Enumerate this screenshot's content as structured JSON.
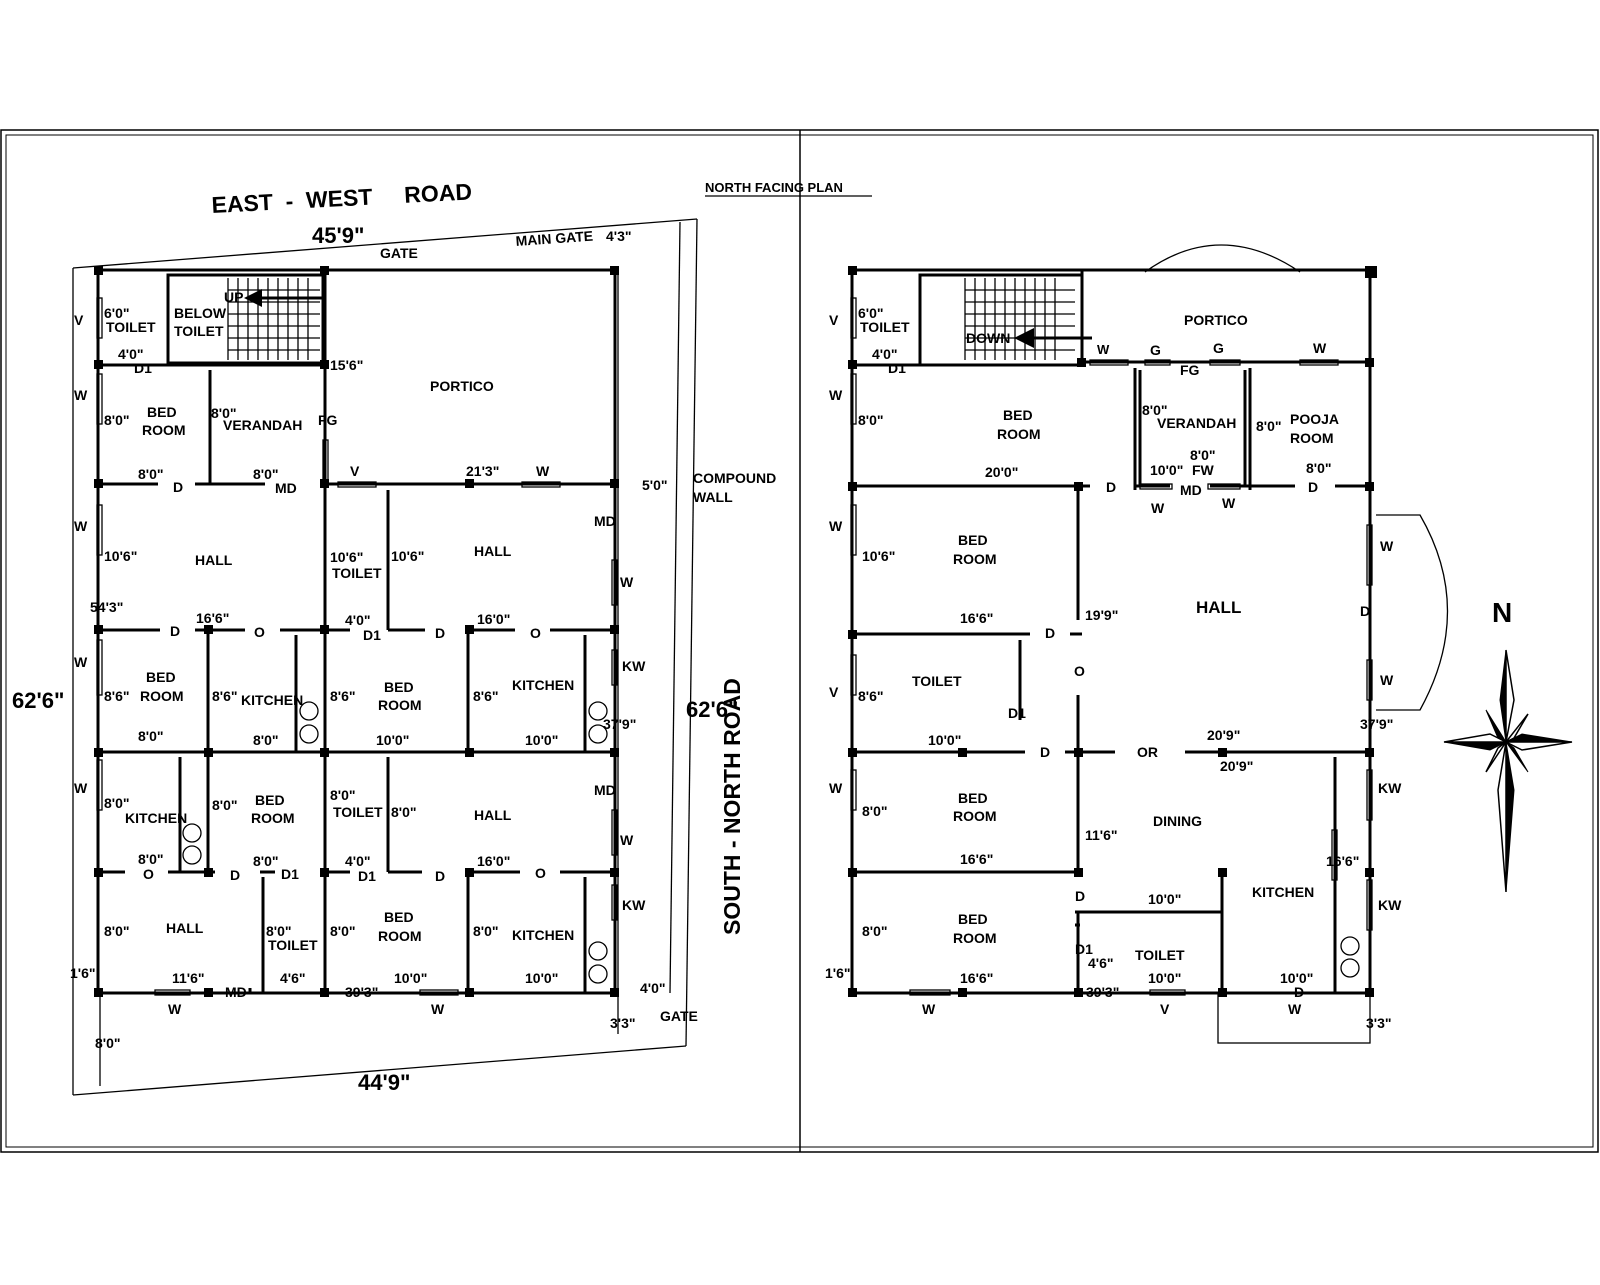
{
  "sheet": {
    "title": "NORTH FACING PLAN"
  },
  "site_plan": {
    "roads": {
      "top": "EAST  -  WEST     ROAD",
      "right": "SOUTH  -  NORTH  ROAD"
    },
    "dims": {
      "top": "45'9\"",
      "bottom": "44'9\"",
      "left": "62'6\"",
      "right": "62'6\""
    },
    "labels": {
      "gate_top": "GATE",
      "main_gate": "MAIN GATE",
      "main_gate_dim": "4'3\"",
      "v_top": "V",
      "toilet_top_dim": "6'0\"",
      "toilet_top": "TOILET",
      "below": "BELOW",
      "toilet_below": "TOILET",
      "up": "UP",
      "d1_dim": "4'0\"",
      "d1": "D1",
      "w_left1": "W",
      "dim_15_6": "15'6\"",
      "portico": "PORTICO",
      "bed": "BED",
      "room": "ROOM",
      "bed_dim": "8'0\"",
      "verandah_dim": "8'0\"",
      "verandah": "VERANDAH",
      "fg": "FG",
      "dim_8_0_a": "8'0\"",
      "d_a": "D",
      "dim_8_0_b": "8'0\"",
      "md": "MD",
      "v_mid": "V",
      "dim_21_3": "21'3\"",
      "w_mid": "W",
      "dim_5_0": "5'0\"",
      "compound": "COMPOUND",
      "wall": "WALL",
      "w_left2": "W",
      "hall_dim1": "10'6\"",
      "hall1": "HALL",
      "toilet2_dim": "10'6\"",
      "toilet2": "TOILET",
      "hall2_dim": "10'6\"",
      "hall2": "HALL",
      "md_r1": "MD",
      "w_r1": "W",
      "dim_54_3": "54'3\"",
      "dim_16_6": "16'6\"",
      "d_b": "D",
      "o_a": "O",
      "dim_4_0_b": "4'0\"",
      "d1_b": "D1",
      "d_c": "D",
      "dim_16_0": "16'0\"",
      "o_b": "O",
      "w_left3": "W",
      "bed2_dim": "8'6\"",
      "bed2a": "BED",
      "bed2b": "ROOM",
      "kit1_dim": "8'6\"",
      "kit1": "KITCHEN",
      "bed3_dim": "8'6\"",
      "bed3a": "BED",
      "bed3b": "ROOM",
      "kit2_dim": "8'6\"",
      "kit2": "KITCHEN",
      "kw1": "KW",
      "dim_37_9": "37'9\"",
      "dim_8_0_c": "8'0\"",
      "dim_8_0_d": "8'0\"",
      "dim_10_0_a": "10'0\"",
      "dim_10_0_b": "10'0\"",
      "w_left4": "W",
      "kit3_dim": "8'0\"",
      "kit3": "KITCHEN",
      "bed4_dim": "8'0\"",
      "bed4a": "BED",
      "bed4b": "ROOM",
      "toilet3_dim": "8'0\"",
      "toilet3": "TOILET",
      "hall3_dim": "8'0\"",
      "hall3": "HALL",
      "md_r2": "MD",
      "w_r2": "W",
      "dim_8_0_e": "8'0\"",
      "o_c": "O",
      "d_d": "D",
      "dim_8_0_f": "8'0\"",
      "d1_c": "D1",
      "dim_4_0_c": "4'0\"",
      "d1_d": "D1",
      "d_e": "D",
      "dim_16_0_b": "16'0\"",
      "o_d": "O",
      "hall4_dim": "8'0\"",
      "hall4": "HALL",
      "toilet4_dim": "8'0\"",
      "toilet4": "TOILET",
      "bed5_dim": "8'0\"",
      "bed5a": "BED",
      "bed5b": "ROOM",
      "kit4_dim": "8'0\"",
      "kit4": "KITCHEN",
      "kw2": "KW",
      "dim_1_6": "1'6\"",
      "dim_11_6": "11'6\"",
      "md_b": "MD",
      "dim_4_6": "4'6\"",
      "dim_39_3": "39'3\"",
      "dim_10_0_c": "10'0\"",
      "dim_10_0_d": "10'0\"",
      "dim_4_0_d": "4'0\"",
      "w_b1": "W",
      "w_b2": "W",
      "dim_3_3": "3'3\"",
      "gate_b": "GATE",
      "dim_8_0_g": "8'0\""
    }
  },
  "floor_plan": {
    "labels": {
      "v1": "V",
      "toilet_dim": "6'0\"",
      "toilet": "TOILET",
      "down": "DOWN",
      "portico": "PORTICO",
      "d1_dim": "4'0\"",
      "d1": "D1",
      "w_top1": "W",
      "g1": "G",
      "g2": "G",
      "w_top2": "W",
      "fg": "FG",
      "w_l1": "W",
      "bed1_dim": "8'0\"",
      "bed1a": "BED",
      "bed1b": "ROOM",
      "ver_dim": "8'0\"",
      "verandah": "VERANDAH",
      "pooja_dim": "8'0\"",
      "pooja1": "POOJA",
      "pooja2": "ROOM",
      "ver_dim2": "8'0\"",
      "fw_dim": "10'0\"",
      "fw": "FW",
      "dim_20_0": "20'0\"",
      "d_a": "D",
      "md": "MD",
      "w_m1": "W",
      "w_m2": "W",
      "dim_8_0": "8'0\"",
      "d_b": "D",
      "w_l2": "W",
      "bed2_dim": "10'6\"",
      "bed2a": "BED",
      "bed2b": "ROOM",
      "w_r1": "W",
      "dim_19_9": "19'9\"",
      "hall": "HALL",
      "d_r": "D",
      "dim_16_6_a": "16'6\"",
      "d_c": "D",
      "o": "O",
      "w_r2": "W",
      "v2": "V",
      "toilet2_dim": "8'6\"",
      "toilet2": "TOILET",
      "d1_b": "D1",
      "dim_10_0_a": "10'0\"",
      "d_d": "D",
      "or": "OR",
      "dim_20_9_a": "20'9\"",
      "dim_20_9_b": "20'9\"",
      "dim_37_9": "37'9\"",
      "w_l3": "W",
      "bed3_dim": "8'0\"",
      "bed3a": "BED",
      "bed3b": "ROOM",
      "dining": "DINING",
      "dim_11_6": "11'6\"",
      "kw1": "KW",
      "dim_16_6_b": "16'6\"",
      "dim_16_6_c": "16'6\"",
      "d_e": "D",
      "dim_10_0_b": "10'0\"",
      "kitchen": "KITCHEN",
      "kw2": "KW",
      "bed4_dim": "8'0\"",
      "bed4a": "BED",
      "bed4b": "ROOM",
      "d1_c": "D1",
      "dim_4_6": "4'6\"",
      "toilet3": "TOILET",
      "dim_1_6": "1'6\"",
      "dim_16_6_d": "16'6\"",
      "dim_39_3": "39'3\"",
      "dim_10_0_c": "10'0\"",
      "dim_10_0_d": "10'0\"",
      "d_f": "D",
      "w_b1": "W",
      "v_b": "V",
      "w_b2": "W",
      "dim_3_3": "3'3\""
    }
  },
  "compass": {
    "north": "N"
  }
}
